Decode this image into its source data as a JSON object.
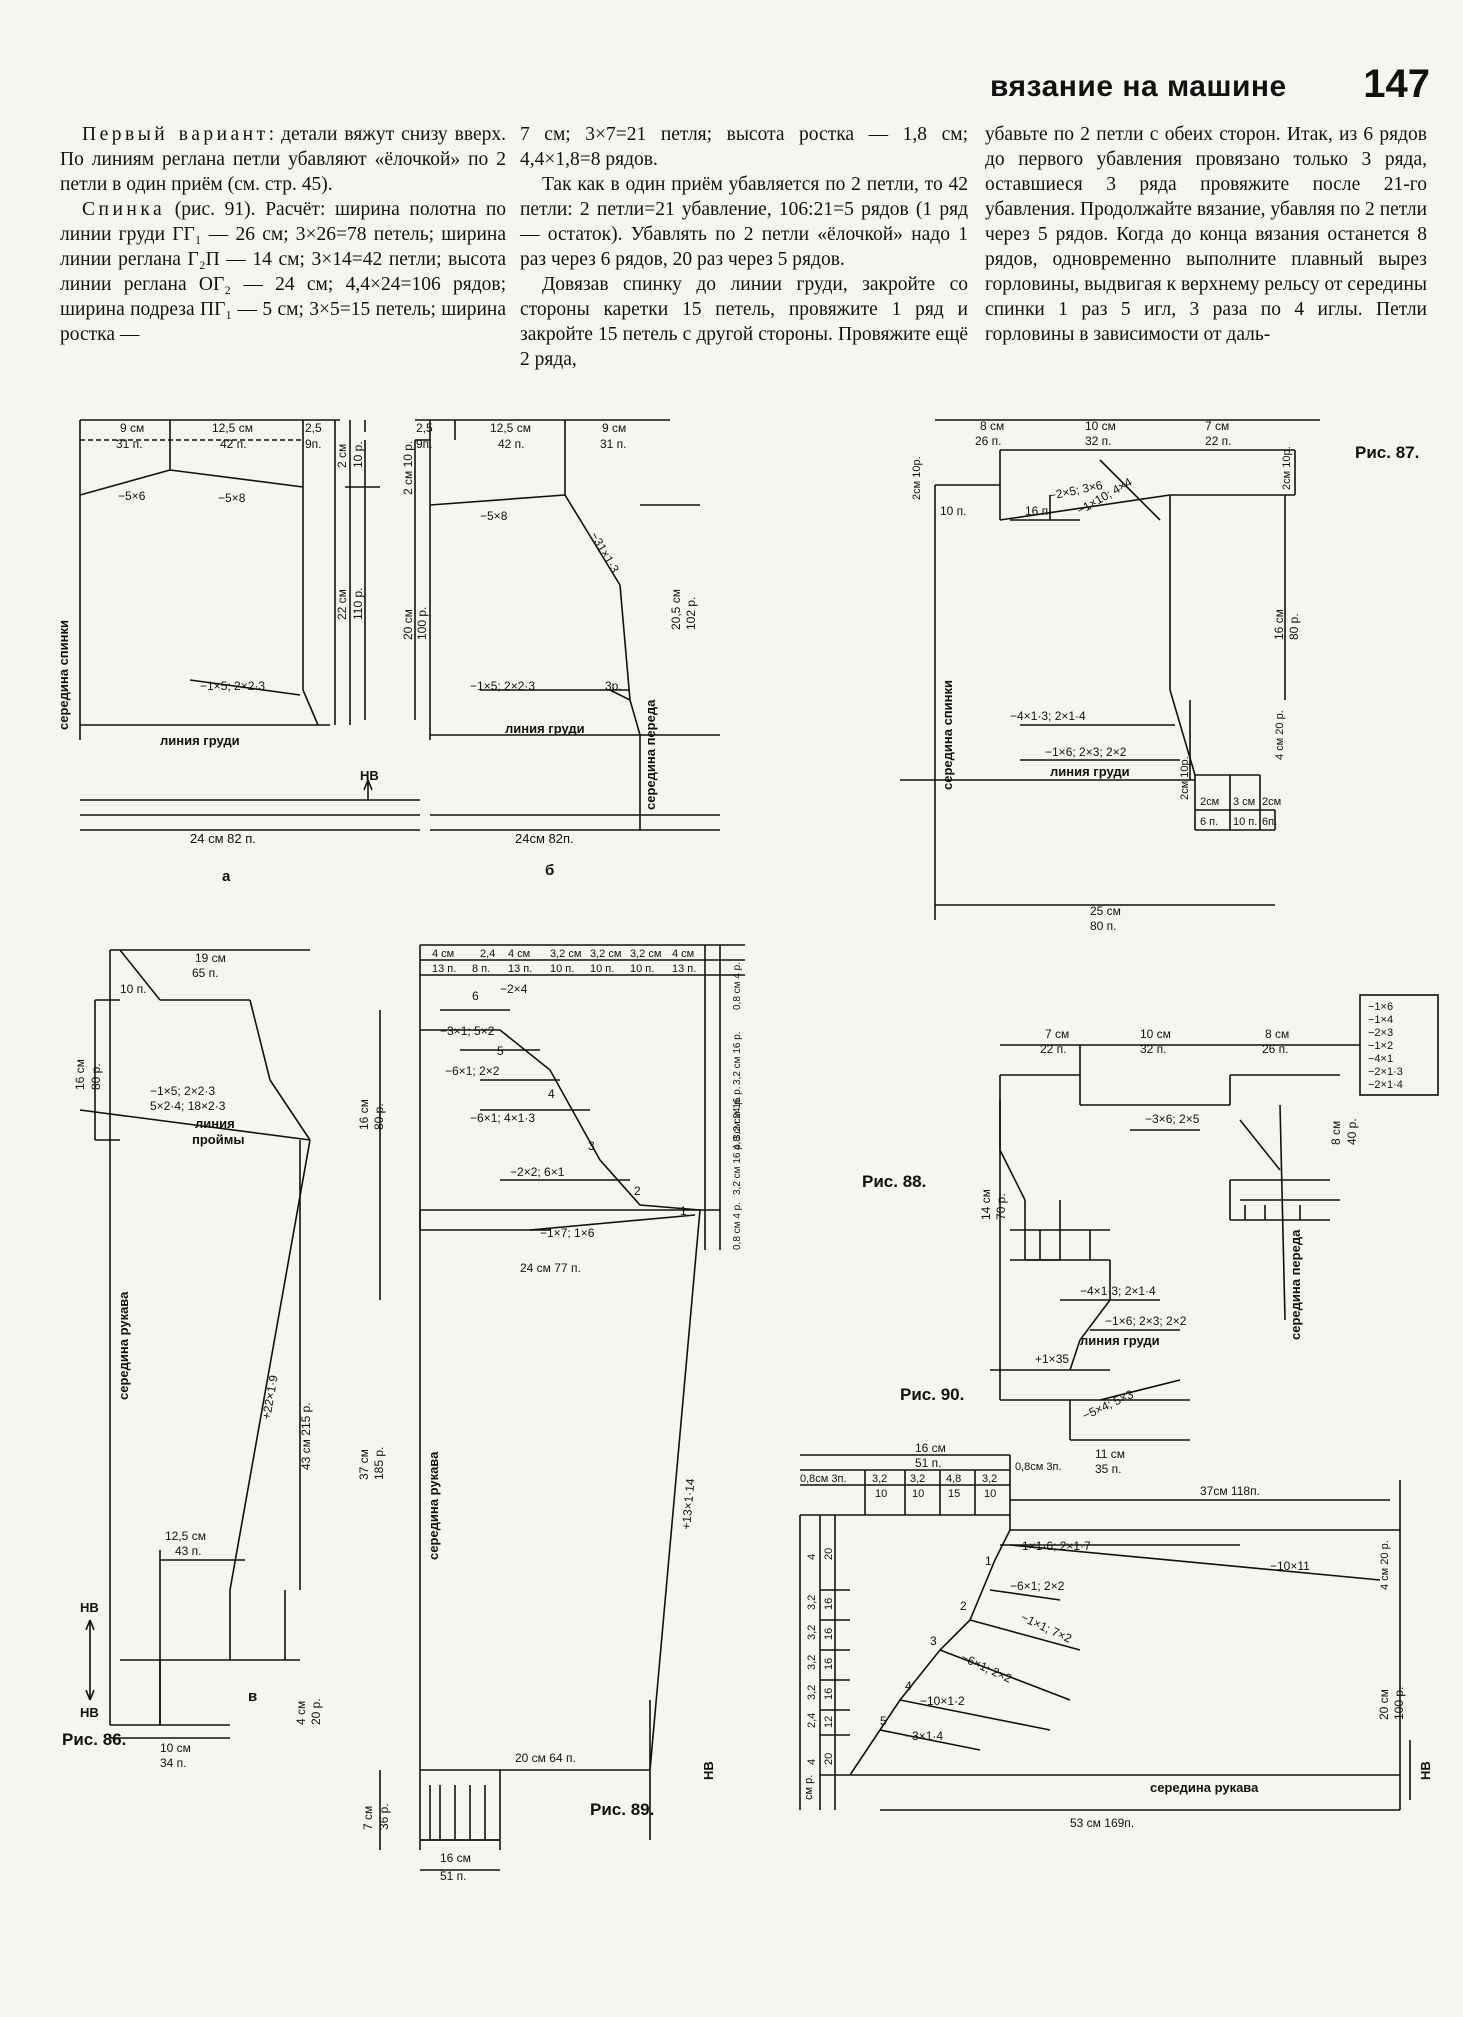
{
  "header": {
    "section": "вязание на машине",
    "page_number": "147"
  },
  "columns": {
    "col1": [
      {
        "lead": "Первый вариант",
        "text": ": детали вяжут снизу вверх. По линиям реглана петли убавляют «ёлочкой» по 2 петли в один приём (см. стр. 45)."
      },
      {
        "lead": "Спинка",
        "text": " (рис. 91). Расчёт: ширина полотна по линии груди ГГ₁ — 26 см; 3×26=78 петель; ширина линии реглана Г₂П — 14 см; 3×14=42 петли; высота линии реглана ОГ₂ — 24 см; 4,4×24=106 рядов; ширина подреза ПГ₁ — 5 см; 3×5=15 петель; ширина ростка —"
      }
    ],
    "col2": [
      {
        "text": "7 см; 3×7=21 петля; высота ростка — 1,8 см; 4,4×1,8=8 рядов.",
        "noindent": true
      },
      {
        "text": "Так как в один приём убавляется по 2 петли, то 42 петли: 2 петли=21 убавление, 106:21=5 рядов (1 ряд — остаток). Убавлять по 2 петли «ёлочкой» надо 1 раз через 6 рядов, 20 раз через 5 рядов."
      },
      {
        "text": "Довязав спинку до линии груди, закройте со стороны каретки 15 петель, провяжите 1 ряд и закройте 15 петель с другой стороны. Провяжите ещё 2 ряда,"
      }
    ],
    "col3": [
      {
        "text": "убавьте по 2 петли с обеих сторон. Итак, из 6 рядов до первого убавления провязано только 3 ряда, оставшиеся 3 ряда провяжите после 21-го убавления. Продолжайте вязание, убавляя по 2 петли через 5 рядов. Когда до конца вязания останется 8 рядов, одновременно выполните плавный вырез горловины, выдвигая к верхнему рельсу от середины спинки 1 раз 5 игл, 3 раза по 4 иглы. Петли горловины в зависимости от даль-",
        "noindent": true
      }
    ]
  },
  "captions": {
    "fig86": "Рис. 86.",
    "fig87": "Рис. 87.",
    "fig88": "Рис. 88.",
    "fig89": "Рис. 89.",
    "fig90": "Рис. 90.",
    "sub_a": "а",
    "sub_b": "б",
    "sub_v": "в"
  },
  "fig86a": {
    "w1": "9 см",
    "w1p": "31 п.",
    "w2": "12,5 см",
    "w2p": "42 п.",
    "w3": "2,5",
    "w3p": "9п.",
    "h1": "2 см",
    "h1p": "10 р.",
    "h2": "22 см",
    "h2p": "110 р.",
    "d1": "−5×6",
    "d2": "−5×8",
    "d3": "−1×5; 2×2·3",
    "back": "середина спинки",
    "chest": "линия груди",
    "nv": "НВ",
    "bottom": "24 см 82 п."
  },
  "fig86b": {
    "w1": "2,5",
    "w1p": "9п.",
    "w2": "12,5 см",
    "w2p": "42 п.",
    "w3": "9 см",
    "w3p": "31 п.",
    "h1": "2 см 10 р.",
    "h2": "20 см",
    "h2p": "100 р.",
    "h3": "20,5 см",
    "h3p": "102 р.",
    "d1": "−5×8",
    "d2": "−31×1·3",
    "d3": "−1×5; 2×2·3",
    "r3": "3р.",
    "chest": "линия груди",
    "front": "середина переда",
    "bottom": "24см 82п."
  },
  "fig86v": {
    "w": "19 см",
    "wp": "65 п.",
    "top": "10 п.",
    "h": "16 см",
    "hp": "80 р.",
    "d": "−1×5; 2×2·3",
    "d2": "5×2·4; 18×2·3",
    "armhole1": "линия",
    "armhole2": "проймы",
    "sleeve": "середина рукава",
    "inc": "+22×1·9",
    "len": "43 см 215 р.",
    "cuff": "12,5 см",
    "cuffp": "43 п.",
    "hem": "4 см",
    "hemp": "20 р.",
    "bottom": "10 см",
    "bottomp": "34 п.",
    "nv1": "НВ",
    "nv2": "НВ"
  },
  "fig87": {
    "w1": "8 см",
    "w1p": "26 п.",
    "w2": "10 см",
    "w2p": "32 п.",
    "w3": "7 см",
    "w3p": "22 п.",
    "h1": "2см 10р.",
    "h2": "2см 10р.",
    "p1": "10 п.",
    "p2": "16 п.",
    "d1": "−2×5; 3×6",
    "d2": "−1×10; 4×4",
    "back": "середина спинки",
    "h3": "16 см",
    "h3p": "80 р.",
    "h4": "4 см 20 р.",
    "h5": "2см 10р.",
    "d3": "−4×1·3; 2×1·4",
    "d4": "−1×6; 2×3; 2×2",
    "chest": "линия груди",
    "s1": "2см",
    "s1p": "6 п.",
    "s2": "3 см",
    "s2p": "10 п.",
    "s3": "2см",
    "s3p": "6п.",
    "bottom": "25 см",
    "bottomp": "80 п."
  },
  "fig88": {
    "cols": [
      "4 см",
      "2,4",
      "4 см",
      "3,2 см",
      "3,2 см",
      "3,2 см",
      "4 см"
    ],
    "colsp": [
      "13 п.",
      "8 п.",
      "13 п.",
      "10 п.",
      "10 п.",
      "10 п.",
      "13 п."
    ],
    "rows": [
      "0,8 см 4 р.",
      "3,2 см 16 р.",
      "3,2 см 16 р.",
      "4,8 см 24 р.",
      "3,2 см 16 р.",
      "0,8 см 4 р."
    ],
    "d1": "−2×4",
    "d2": "−3×1; 5×2",
    "d3": "−6×1; 2×2",
    "d4": "−6×1; 4×1·3",
    "d5": "−2×2; 6×1",
    "d6": "−1×7; 1×6",
    "nums": [
      "6",
      "5",
      "4",
      "3",
      "2",
      "1"
    ],
    "h": "16 см",
    "hp": "80 р.",
    "w": "24 см 77 п.",
    "len": "37 см",
    "lenp": "185 р.",
    "sleeve": "середина рукава",
    "inc": "+13×1·14",
    "bottom": "20 см 64 п.",
    "cuff": "7 см",
    "cuffp": "36 р.",
    "cuffw": "16 см",
    "cuffwp": "51 п.",
    "nv": "НВ"
  },
  "fig89": {
    "top": "16 см",
    "topp": "51 п.",
    "c1": "0,8см 3п.",
    "c2": "0,8см 3п.",
    "cols": [
      "3,2",
      "3,2",
      "4,8",
      "3,2"
    ],
    "colsp": [
      "10",
      "10",
      "15",
      "10"
    ],
    "rows": [
      "4",
      "3,2",
      "3,2",
      "3,2",
      "3,2",
      "2,4",
      "4"
    ],
    "rowsp": [
      "20",
      "16",
      "16",
      "16",
      "16",
      "12",
      "20"
    ],
    "nums": [
      "1",
      "2",
      "3",
      "4",
      "5"
    ],
    "d1": "−1×1·6; 2×1·7",
    "d2": "−6×1; 2×2",
    "d3": "−1×1; 7×2",
    "d4": "−6×1; 2×2",
    "d5": "−10×1·2",
    "d6": "−3×1·4",
    "d7": "−10×11",
    "w": "37см 118п.",
    "h": "4 см 20 р.",
    "h2": "20 см",
    "h2p": "100 р.",
    "sleeve": "середина рукава",
    "bottom": "53 см 169п.",
    "unit": "см р.",
    "nv": "НВ"
  },
  "fig90": {
    "legend": [
      "−1×6",
      "−1×4",
      "−2×3",
      "−1×2",
      "−4×1",
      "−2×1·3",
      "−2×1·4"
    ],
    "w1": "7 см",
    "w1p": "22 п.",
    "w2": "10 см",
    "w2p": "32 п.",
    "w3": "8 см",
    "w3p": "26 п.",
    "d1": "−3×6; 2×5",
    "h": "8 см",
    "hp": "40 р.",
    "h2": "14 см",
    "h2p": "70 р.",
    "d2": "−4×1·3; 2×1·4",
    "d3": "−1×6; 2×3; 2×2",
    "inc": "+1×35",
    "chest": "линия груди",
    "front": "середина переда",
    "d4": "−5×4; 5×3",
    "bottom": "11 см",
    "bottomp": "35 п."
  }
}
